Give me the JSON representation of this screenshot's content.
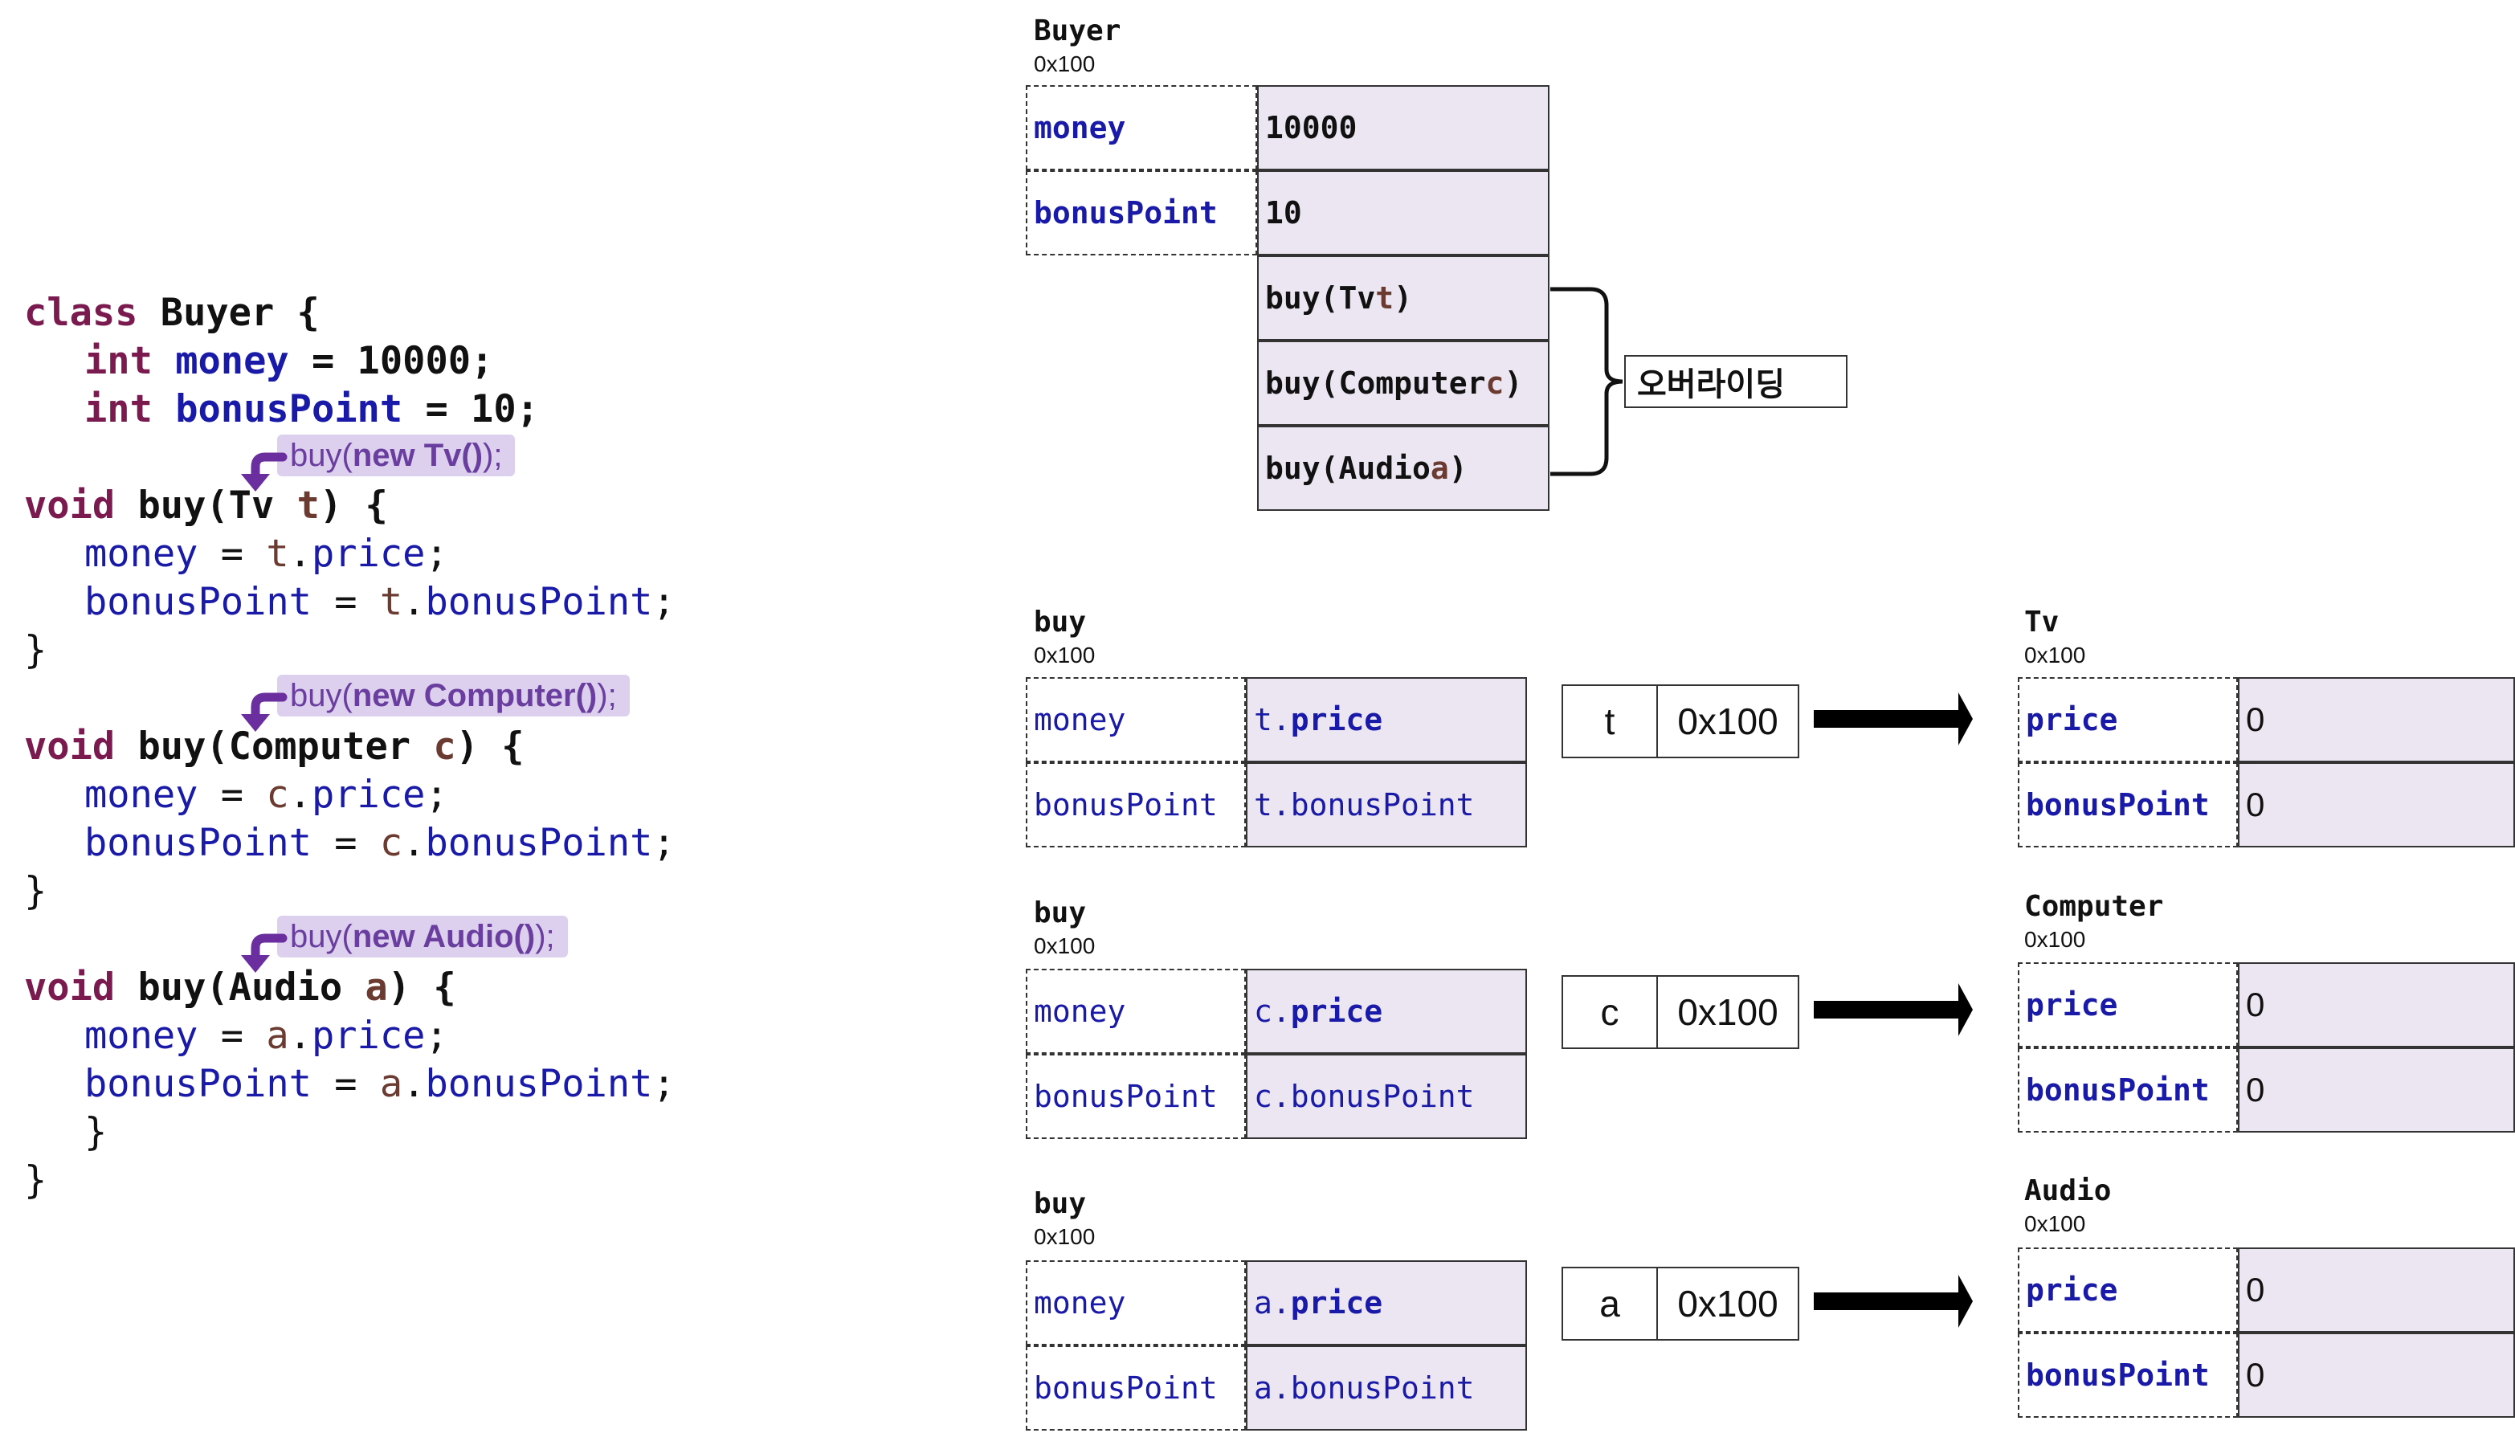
{
  "code": {
    "class_kw": "class",
    "class_name": "Buyer {",
    "field1": {
      "type": "int",
      "name": "money",
      "rest": " = 10000;"
    },
    "field2": {
      "type": "int",
      "name": "bonusPoint",
      "rest": " = 10;"
    },
    "methods": [
      {
        "call_prefix": "buy(",
        "call_bold": "new Tv()",
        "call_suffix": ");",
        "kw": "void",
        "sig_a": " buy(Tv ",
        "param": "t",
        "sig_b": ") {",
        "l1_field": "money",
        "l1_mid": " = ",
        "l1_var": "t",
        "l1_dot": ".",
        "l1_prop": "price",
        "l1_end": ";",
        "l2_field": "bonusPoint",
        "l2_mid": " = ",
        "l2_var": "t",
        "l2_dot": ".",
        "l2_prop": "bonusPoint",
        "l2_end": ";",
        "close": "}"
      },
      {
        "call_prefix": "buy(",
        "call_bold": "new Computer()",
        "call_suffix": ");",
        "kw": "void",
        "sig_a": " buy(Computer ",
        "param": "c",
        "sig_b": ") {",
        "l1_field": "money",
        "l1_mid": " = ",
        "l1_var": "c",
        "l1_dot": ".",
        "l1_prop": "price",
        "l1_end": ";",
        "l2_field": "bonusPoint",
        "l2_mid": " = ",
        "l2_var": "c",
        "l2_dot": ".",
        "l2_prop": "bonusPoint",
        "l2_end": ";",
        "close": "}"
      },
      {
        "call_prefix": "buy(",
        "call_bold": "new Audio()",
        "call_suffix": ");",
        "kw": "void",
        "sig_a": " buy(Audio ",
        "param": "a",
        "sig_b": ") {",
        "l1_field": "money",
        "l1_mid": " = ",
        "l1_var": "a",
        "l1_dot": ".",
        "l1_prop": "price",
        "l1_end": ";",
        "l2_field": "bonusPoint",
        "l2_mid": " = ",
        "l2_var": "a",
        "l2_dot": ".",
        "l2_prop": "bonusPoint",
        "l2_end": ";",
        "close": "}"
      }
    ],
    "class_close": "}"
  },
  "buyer": {
    "title": "Buyer",
    "addr": "0x100",
    "fields": [
      {
        "name": "money",
        "value": "10000"
      },
      {
        "name": "bonusPoint",
        "value": "10"
      }
    ],
    "methods": [
      {
        "sig": "buy(Tv ",
        "param": "t",
        "end": ")"
      },
      {
        "sig": "buy(Computer ",
        "param": "c",
        "end": ")"
      },
      {
        "sig": "buy(Audio ",
        "param": "a",
        "end": ")"
      }
    ],
    "note": "오버라이딩"
  },
  "frames": [
    {
      "title": "buy",
      "addr": "0x100",
      "rows": [
        {
          "name": "money",
          "var": "t",
          "prop": "price"
        },
        {
          "name": "bonusPoint",
          "var": "t",
          "prop": "bonusPoint"
        }
      ],
      "ref": {
        "name": "t",
        "value": "0x100"
      },
      "target": {
        "title": "Tv",
        "addr": "0x100",
        "rows": [
          {
            "name": "price",
            "value": "0"
          },
          {
            "name": "bonusPoint",
            "value": "0"
          }
        ]
      }
    },
    {
      "title": "buy",
      "addr": "0x100",
      "rows": [
        {
          "name": "money",
          "var": "c",
          "prop": "price"
        },
        {
          "name": "bonusPoint",
          "var": "c",
          "prop": "bonusPoint"
        }
      ],
      "ref": {
        "name": "c",
        "value": "0x100"
      },
      "target": {
        "title": "Computer",
        "addr": "0x100",
        "rows": [
          {
            "name": "price",
            "value": "0"
          },
          {
            "name": "bonusPoint",
            "value": "0"
          }
        ]
      }
    },
    {
      "title": "buy",
      "addr": "0x100",
      "rows": [
        {
          "name": "money",
          "var": "a",
          "prop": "price"
        },
        {
          "name": "bonusPoint",
          "var": "a",
          "prop": "bonusPoint"
        }
      ],
      "ref": {
        "name": "a",
        "value": "0x100"
      },
      "target": {
        "title": "Audio",
        "addr": "0x100",
        "rows": [
          {
            "name": "price",
            "value": "0"
          },
          {
            "name": "bonusPoint",
            "value": "0"
          }
        ]
      }
    }
  ],
  "colors": {
    "keyword": "#7a1a4f",
    "field": "#1a1aa8",
    "variable": "#6b3a30",
    "call_pill_bg": "#dcd0ee",
    "call_pill_text": "#6a3e9e",
    "hook_arrow": "#6a2e9e",
    "value_cell_bg": "#ece6f2"
  }
}
